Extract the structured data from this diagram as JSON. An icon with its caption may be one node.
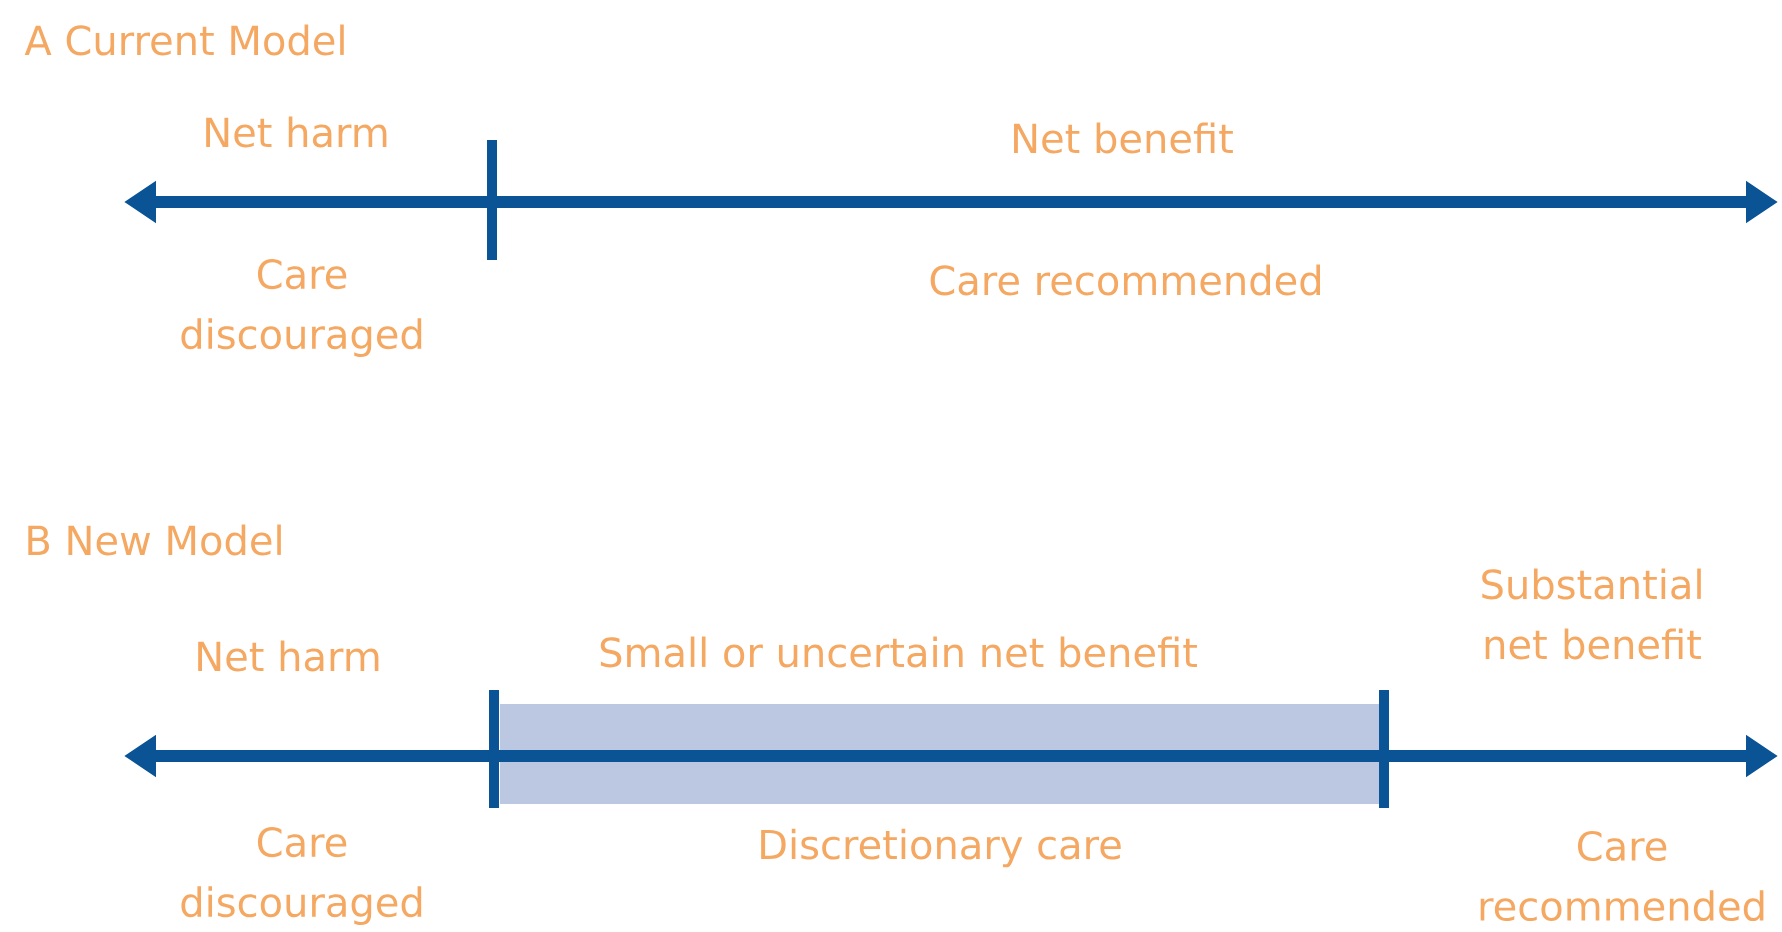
{
  "diagram": {
    "nodes": [
      {
        "text": [],
        "shape": "bar"
      }
    ],
    "labels": [
      "A  Current Model",
      "Net harm",
      "Net benefit",
      "Care discouraged",
      "Care recommended",
      "B  New Model",
      "Net harm",
      "Small or uncertain net benefit",
      "Substantial net benefit",
      "Care discouraged",
      "Discretionary care",
      "Care recommended"
    ]
  }
}
